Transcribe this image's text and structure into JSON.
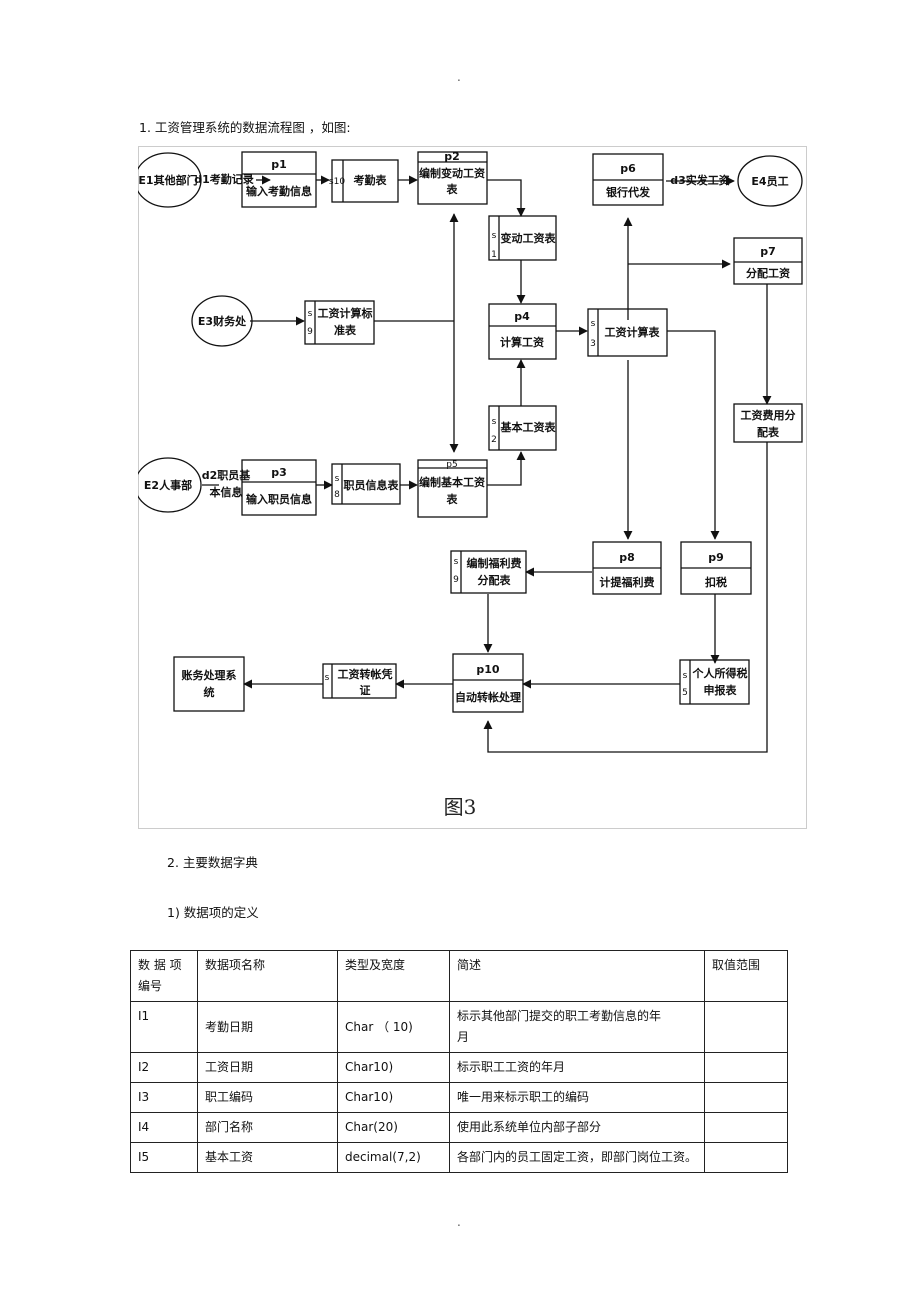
{
  "page": {
    "top_dot": ".",
    "bottom_dot": ".",
    "heading1": "1.  工资管理系统的数据流程图     ，如图:",
    "heading2": "2.  主要数据字典",
    "heading3": "1)  数据项的定义"
  },
  "diagram": {
    "entities": {
      "e1": "E1其他部门",
      "e3": "E3财务处",
      "e2": "E2人事部",
      "e4": "E4员工",
      "s_acct": [
        "账务处理系",
        "统"
      ]
    },
    "processes": {
      "p1": {
        "id": "p1",
        "name": "输入考勤信息"
      },
      "p2": {
        "id": "p2",
        "name": [
          "编制变动工资",
          "表"
        ]
      },
      "p3": {
        "id": "p3",
        "name": "输入职员信息"
      },
      "p4": {
        "id": "p4",
        "name": "计算工资"
      },
      "p5": {
        "id": "p5",
        "name": [
          "编制基本工资",
          "表"
        ]
      },
      "p6": {
        "id": "p6",
        "name": "银行代发"
      },
      "p7": {
        "id": "p7",
        "name": "分配工资"
      },
      "p8": {
        "id": "p8",
        "name": "计提福利费"
      },
      "p9": {
        "id": "p9",
        "name": "扣税"
      },
      "p10": {
        "id": "p10",
        "name": "自动转帐处理"
      }
    },
    "stores": {
      "s_attend": {
        "code": "s10",
        "name": "考勤表"
      },
      "s_change": {
        "code": [
          "s",
          "1"
        ],
        "name": "变动工资表"
      },
      "s_std": {
        "code": [
          "s",
          "9"
        ],
        "name": [
          "工资计算标",
          "准表"
        ]
      },
      "s_base": {
        "code": [
          "s",
          "2"
        ],
        "name": "基本工资表"
      },
      "s_staff": {
        "code": [
          "s",
          "8"
        ],
        "name": "职员信息表"
      },
      "s_calc": {
        "code": [
          "s",
          "3"
        ],
        "name": "工资计算表"
      },
      "s_alloc": {
        "code": "",
        "name": [
          "工资费用分",
          "配表"
        ]
      },
      "s_welfare": {
        "code": [
          "s",
          "9"
        ],
        "name": [
          "编制福利费",
          "分配表"
        ]
      },
      "s_tax": {
        "code": [
          "s",
          "5"
        ],
        "name": [
          "个人所得税",
          "申报表"
        ]
      },
      "s_voucher": {
        "code": "s",
        "name": [
          "工资转帐凭",
          "证"
        ]
      }
    },
    "flows": {
      "d1": "d1考勤记录",
      "d2": [
        "d2职员基",
        "本信息"
      ],
      "d3": "d3实发工资"
    },
    "caption": "图3"
  },
  "table": {
    "headers": [
      "数 据 项\n编号",
      "数据项名称",
      "类型及宽度",
      "简述",
      "取值范围"
    ],
    "rows": [
      {
        "id": "I1",
        "name": "考勤日期",
        "type": "Char （ 10)",
        "desc": "标示其他部门提交的职工考勤信息的年\n月",
        "range": ""
      },
      {
        "id": "I2",
        "name": "工资日期",
        "type": "Char10)",
        "desc": "标示职工工资的年月",
        "range": ""
      },
      {
        "id": "I3",
        "name": "职工编码",
        "type": "Char10)",
        "desc": "唯一用来标示职工的编码",
        "range": ""
      },
      {
        "id": "I4",
        "name": "部门名称",
        "type": "Char(20)",
        "desc": "使用此系统单位内部子部分",
        "range": ""
      },
      {
        "id": "I5",
        "name": "基本工资",
        "type": "decimal(7,2)",
        "desc": "各部门内的员工固定工资，即部门岗位工资。",
        "range": ""
      }
    ]
  }
}
